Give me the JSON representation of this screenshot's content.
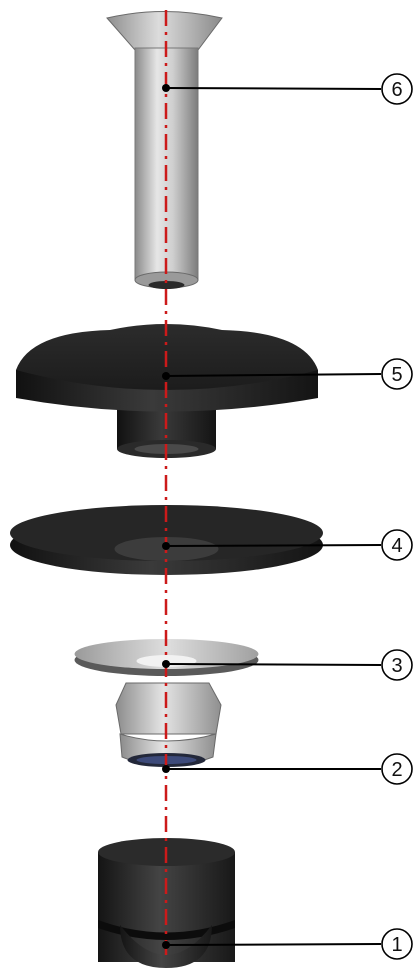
{
  "parts": [
    {
      "id": "1",
      "label": "1",
      "name": "cap-nut"
    },
    {
      "id": "2",
      "label": "2",
      "name": "hex-lock-nut"
    },
    {
      "id": "3",
      "label": "3",
      "name": "flat-washer"
    },
    {
      "id": "4",
      "label": "4",
      "name": "large-dark-washer"
    },
    {
      "id": "5",
      "label": "5",
      "name": "flanged-bushing"
    },
    {
      "id": "6",
      "label": "6",
      "name": "countersunk-bolt"
    }
  ],
  "colors": {
    "axis": "#cc1a1a",
    "dark_part": "#1e1e1e",
    "light_part": "#b8b8b8",
    "leader": "#000000"
  }
}
